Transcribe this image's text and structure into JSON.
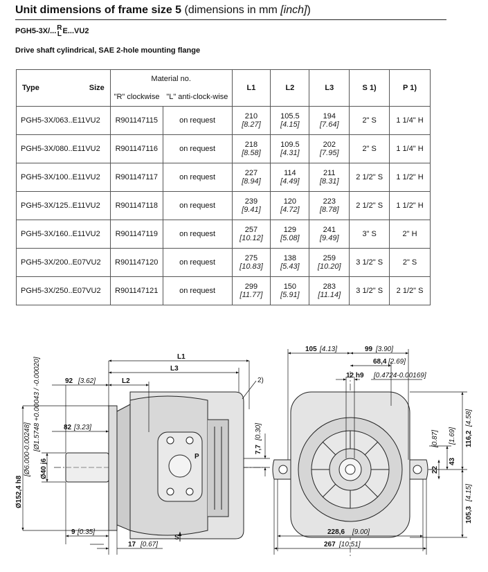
{
  "heading": {
    "bold": "Unit dimensions of frame size 5",
    "normal": "(dimensions in mm",
    "inch": "[inch]",
    "close": ")"
  },
  "code": {
    "prefix": "PGH5-3X/...",
    "r": "R",
    "l": "L",
    "suffix": "E...VU2"
  },
  "subtitle": "Drive shaft cylindrical, SAE 2-hole mounting flange",
  "table": {
    "headers": {
      "type": "Type",
      "size": "Size",
      "material_no": "Material no.",
      "r_clockwise": "\"R\" clockwise",
      "l_anticlockwise": "\"L\" anti-clock-wise",
      "l1": "L1",
      "l2": "L2",
      "l3": "L3",
      "s": "S 1)",
      "p": "P 1)"
    },
    "rows": [
      {
        "type": "PGH5-3X/063..E11VU2",
        "r": "R901147115",
        "l": "on request",
        "l1": "210",
        "l1i": "[8.27]",
        "l2": "105.5",
        "l2i": "[4.15]",
        "l3": "194",
        "l3i": "[7.64]",
        "s": "2\" S",
        "p": "1 1/4\" H"
      },
      {
        "type": "PGH5-3X/080..E11VU2",
        "r": "R901147116",
        "l": "on request",
        "l1": "218",
        "l1i": "[8.58]",
        "l2": "109.5",
        "l2i": "[4.31]",
        "l3": "202",
        "l3i": "[7.95]",
        "s": "2\" S",
        "p": "1 1/4\" H"
      },
      {
        "type": "PGH5-3X/100..E11VU2",
        "r": "R901147117",
        "l": "on request",
        "l1": "227",
        "l1i": "[8.94]",
        "l2": "114",
        "l2i": "[4.49]",
        "l3": "211",
        "l3i": "[8.31]",
        "s": "2 1/2\" S",
        "p": "1 1/2\" H"
      },
      {
        "type": "PGH5-3X/125..E11VU2",
        "r": "R901147118",
        "l": "on request",
        "l1": "239",
        "l1i": "[9.41]",
        "l2": "120",
        "l2i": "[4.72]",
        "l3": "223",
        "l3i": "[8.78]",
        "s": "2 1/2\" S",
        "p": "1 1/2\" H"
      },
      {
        "type": "PGH5-3X/160..E11VU2",
        "r": "R901147119",
        "l": "on request",
        "l1": "257",
        "l1i": "[10.12]",
        "l2": "129",
        "l2i": "[5.08]",
        "l3": "241",
        "l3i": "[9.49]",
        "s": "3\" S",
        "p": "2\" H"
      },
      {
        "type": "PGH5-3X/200..E07VU2",
        "r": "R901147120",
        "l": "on request",
        "l1": "275",
        "l1i": "[10.83]",
        "l2": "138",
        "l2i": "[5.43]",
        "l3": "259",
        "l3i": "[10.20]",
        "s": "3 1/2\" S",
        "p": "2\" S"
      },
      {
        "type": "PGH5-3X/250..E07VU2",
        "r": "R901147121",
        "l": "on request",
        "l1": "299",
        "l1i": "[11.77]",
        "l2": "150",
        "l2i": "[5.91]",
        "l3": "283",
        "l3i": "[11.14]",
        "s": "3 1/2\" S",
        "p": "2 1/2\" S"
      }
    ]
  },
  "drawing": {
    "side": {
      "L1": "L1",
      "L3": "L3",
      "L2": "L2",
      "d92": "92",
      "d92i": "[3.62]",
      "d82": "82",
      "d82i": "[3.23]",
      "d9": "9",
      "d9i": "[0.35]",
      "d17": "17",
      "d17i": "[0.67]",
      "d7_7": "7,7",
      "d7_7i": "[0.30]",
      "d152": "Ø152,4 h8",
      "d152i": "[Ø6.000-0.00248]",
      "d40": "Ø40 j6",
      "d40i": "[Ø1.5748 +0.00043 / -0.00020]",
      "note2": "2)",
      "port_p": "P",
      "port_s": "S"
    },
    "front": {
      "d105": "105",
      "d105i": "[4.13]",
      "d99": "99",
      "d99i": "[3.90]",
      "d68": "68,4",
      "d68i": "[2.69]",
      "d12": "12 h9",
      "d12i": "[0.4724-0.00169]",
      "d22": "22",
      "d22i": "[0.87]",
      "d43": "43",
      "d43i": "[1.69]",
      "d116": "116,2",
      "d116i": "[4.58]",
      "d105_3": "105,3",
      "d105_3i": "[4.15]",
      "d228": "228,6",
      "d228i": "[9.00]",
      "d267": "267",
      "d267i": "[10.51]"
    }
  }
}
